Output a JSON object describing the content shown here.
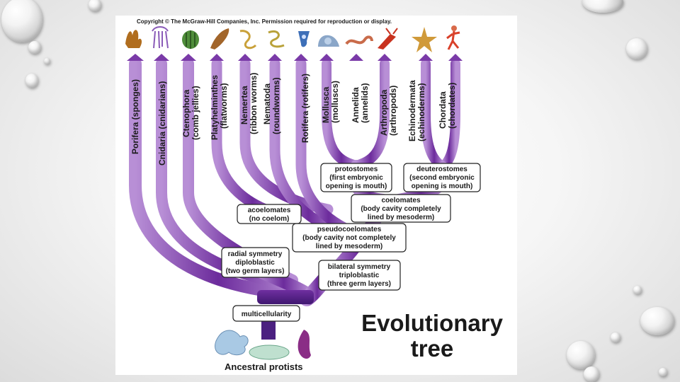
{
  "copyright": "Copyright © The McGraw-Hill Companies, Inc. Permission required for reproduction or display.",
  "title_line1": "Evolutionary",
  "title_line2": "tree",
  "root_label": "Ancestral protists",
  "phyla": [
    {
      "name": "Porifera (sponges)",
      "line1": "Porifera (sponges)",
      "line2": ""
    },
    {
      "name": "Cnidaria (cnidarians)",
      "line1": "Cnidaria (cnidarians)",
      "line2": ""
    },
    {
      "name": "Ctenophora (comb jellies)",
      "line1": "Ctenophora",
      "line2": "(comb jellies)"
    },
    {
      "name": "Platyhelminthes (flatworms)",
      "line1": "Platyhelminthes",
      "line2": "(flatworms)"
    },
    {
      "name": "Nemertea (ribbon worms)",
      "line1": "Nemertea",
      "line2": "(ribbon worms)"
    },
    {
      "name": "Nematoda (roundworms)",
      "line1": "Nematoda",
      "line2": "(roundworms)"
    },
    {
      "name": "Rotifera (rotifers)",
      "line1": "Rotifera (rotifers)",
      "line2": ""
    },
    {
      "name": "Mollusca (molluscs)",
      "line1": "Mollusca",
      "line2": "(molluscs)"
    },
    {
      "name": "Annelida (annelids)",
      "line1": "Annelida",
      "line2": "(annelids)"
    },
    {
      "name": "Arthropoda (arthropods)",
      "line1": "Arthropoda",
      "line2": "(arthropods)"
    },
    {
      "name": "Echinodermata (echinoderms)",
      "line1": "Echinodermata",
      "line2": "(echinoderms)"
    },
    {
      "name": "Chordata (chordates)",
      "line1": "Chordata",
      "line2": "(chordates)"
    }
  ],
  "boxes": {
    "multicellularity": [
      "multicellularity"
    ],
    "radial": [
      "radial symmetry",
      "diploblastic",
      "(two germ layers)"
    ],
    "bilateral": [
      "bilateral symmetry",
      "triploblastic",
      "(three germ layers)"
    ],
    "acoelomates": [
      "acoelomates",
      "(no coelom)"
    ],
    "pseudocoelomates": [
      "pseudocoelomates",
      "(body cavity not completely",
      "lined by mesoderm)"
    ],
    "coelomates": [
      "coelomates",
      "(body cavity completely",
      "lined by mesoderm)"
    ],
    "protostomes": [
      "protostomes",
      "(first embryonic",
      "opening is mouth)"
    ],
    "deuterostomes": [
      "deuterostomes",
      "(second embryonic",
      "opening is mouth)"
    ]
  },
  "colors": {
    "branch_dark": "#5a1f86",
    "branch_light": "#b88fd6",
    "trunk": "#4b2080"
  },
  "icons": [
    "sponge-icon",
    "jellyfish-icon",
    "comb-jelly-icon",
    "flatworm-icon",
    "ribbon-worm-icon",
    "roundworm-icon",
    "rotifer-icon",
    "snail-icon",
    "earthworm-icon",
    "lobster-icon",
    "sea-star-icon",
    "human-icon"
  ],
  "protist_icons": [
    "amoeba-icon",
    "paramecium-icon",
    "euglena-icon"
  ]
}
